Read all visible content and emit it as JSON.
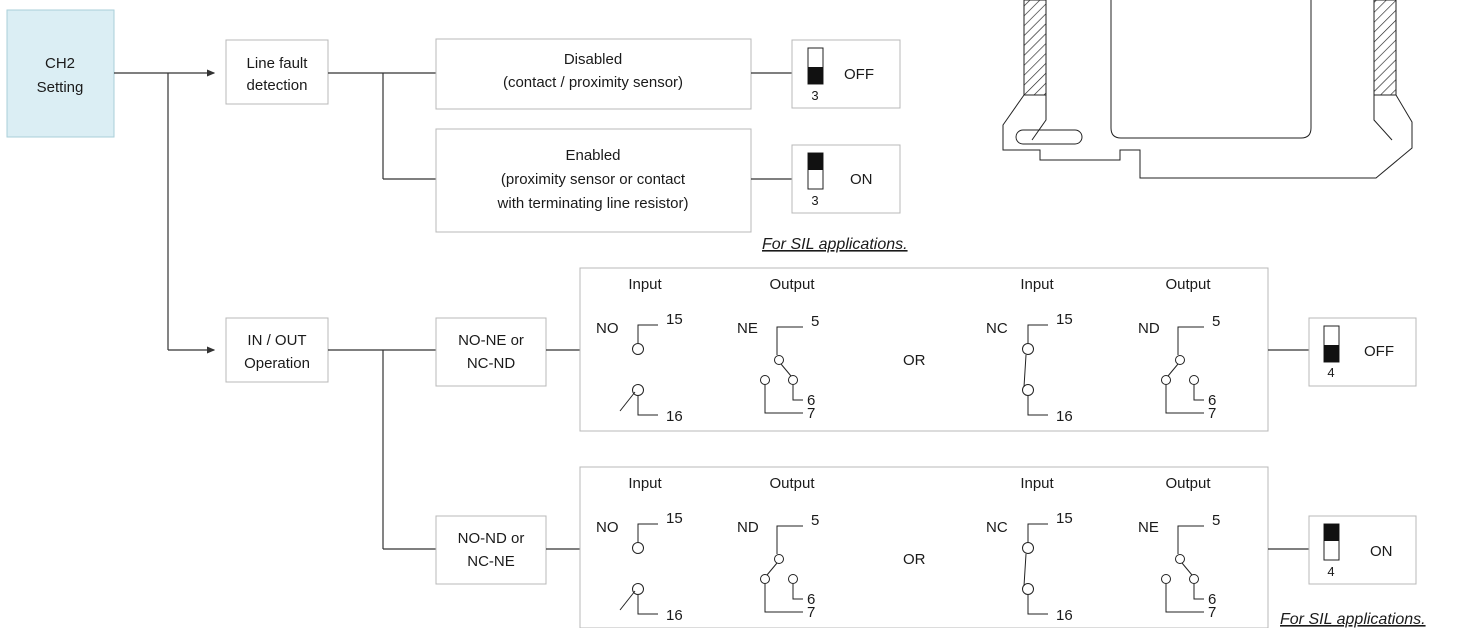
{
  "root": {
    "line1": "CH2",
    "line2": "Setting"
  },
  "line_fault": {
    "label1": "Line fault",
    "label2": "detection",
    "disabled": {
      "line1": "Disabled",
      "line2": "(contact / proximity sensor)"
    },
    "enabled": {
      "line1": "Enabled",
      "line2": "(proximity sensor or contact",
      "line3": "with terminating line resistor)"
    },
    "switch_off": {
      "number": "3",
      "state": "OFF"
    },
    "switch_on": {
      "number": "3",
      "state": "ON"
    },
    "note": "For SIL applications."
  },
  "inout": {
    "label1": "IN / OUT",
    "label2": "Operation",
    "mode_a": {
      "line1": "NO-NE or",
      "line2": "NC-ND"
    },
    "mode_b": {
      "line1": "NO-ND or",
      "line2": "NC-NE"
    },
    "switch_off": {
      "number": "4",
      "state": "OFF"
    },
    "switch_on": {
      "number": "4",
      "state": "ON"
    },
    "note": "For SIL applications."
  },
  "contacts": {
    "input_header": "Input",
    "output_header": "Output",
    "or_text": "OR",
    "row1": {
      "in1": "NO",
      "out1": "NE",
      "in2": "NC",
      "out2": "ND"
    },
    "row2": {
      "in1": "NO",
      "out1": "ND",
      "in2": "NC",
      "out2": "NE"
    },
    "terminals": {
      "in_top": "15",
      "in_bottom": "16",
      "out_top": "5",
      "out_mid": "6",
      "out_bottom": "7"
    }
  }
}
